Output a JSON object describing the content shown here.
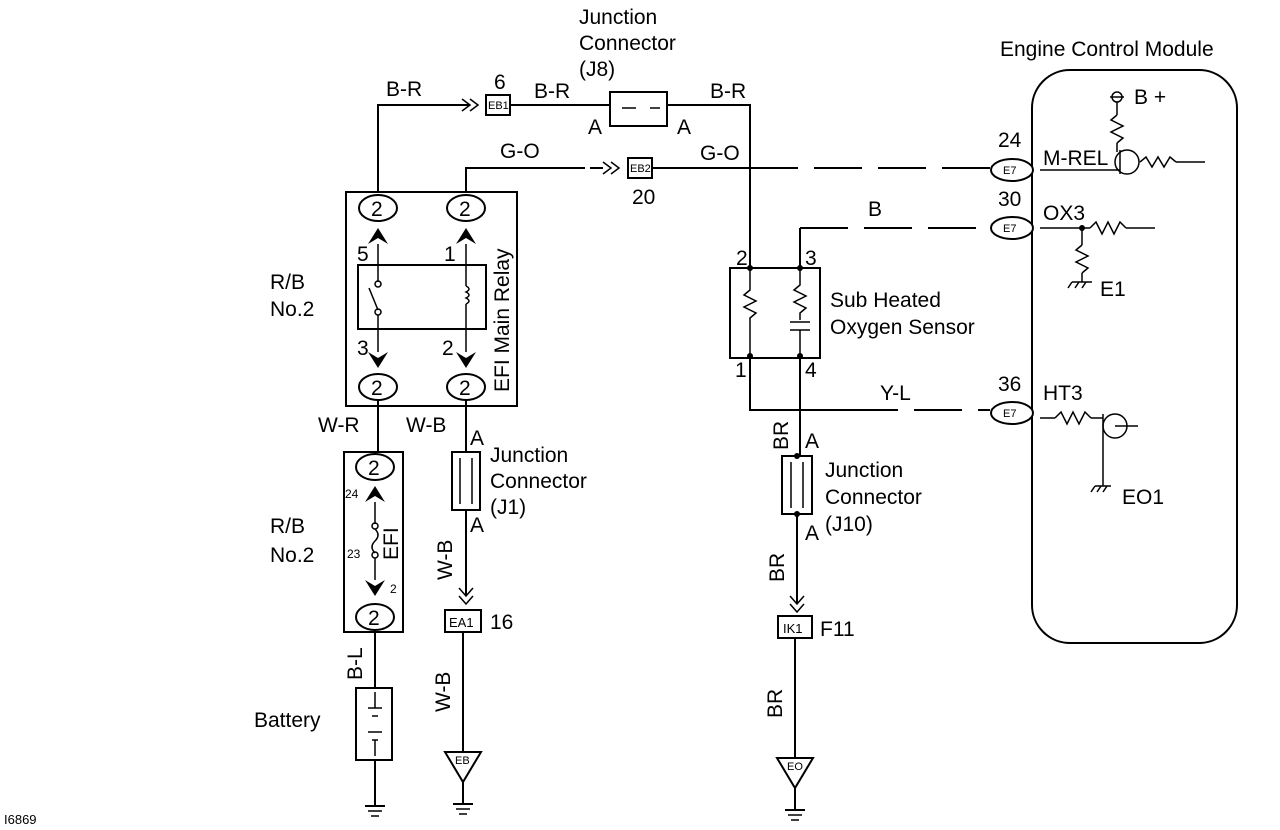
{
  "ecm": {
    "title": "Engine Control Module",
    "b_plus": "B +",
    "terminals": [
      {
        "pin": "24",
        "connector": "E7",
        "name": "M-REL"
      },
      {
        "pin": "30",
        "connector": "E7",
        "name": "OX3"
      },
      {
        "pin": "36",
        "connector": "E7",
        "name": "HT3"
      }
    ],
    "grounds": [
      "E1",
      "EO1"
    ]
  },
  "junction_j8": {
    "line1": "Junction",
    "line2": "Connector",
    "line3": "(J8)",
    "pin_a": "A"
  },
  "junction_j1": {
    "line1": "Junction",
    "line2": "Connector",
    "line3": "(J1)",
    "pin_a": "A"
  },
  "junction_j10": {
    "line1": "Junction",
    "line2": "Connector",
    "line3": "(J10)",
    "pin_a": "A"
  },
  "wires": {
    "b_r": "B-R",
    "g_o": "G-O",
    "b": "B",
    "y_l": "Y-L",
    "w_r": "W-R",
    "w_b": "W-B",
    "b_l": "B-L",
    "br": "BR"
  },
  "connectors": [
    {
      "name": "EB1",
      "pin": "6"
    },
    {
      "name": "EB2",
      "pin": "20"
    },
    {
      "name": "EA1",
      "pin": "16"
    },
    {
      "name": "IK1",
      "pin": "F11"
    },
    {
      "name": "EB"
    },
    {
      "name": "EO"
    }
  ],
  "relay_block": {
    "name_line1": "R/B",
    "name_line2": "No.2",
    "relay_label": "EFI Main Relay",
    "plug": "2",
    "pins": [
      "5",
      "1",
      "3",
      "2"
    ]
  },
  "fuse_block": {
    "name_line1": "R/B",
    "name_line2": "No.2",
    "fuse_label": "EFI",
    "plug": "2",
    "pins": [
      "24",
      "23",
      "2"
    ]
  },
  "sensor": {
    "line1": "Sub Heated",
    "line2": "Oxygen Sensor",
    "pins": [
      "2",
      "3",
      "1",
      "4"
    ]
  },
  "battery": "Battery",
  "figure_id": "I6869"
}
